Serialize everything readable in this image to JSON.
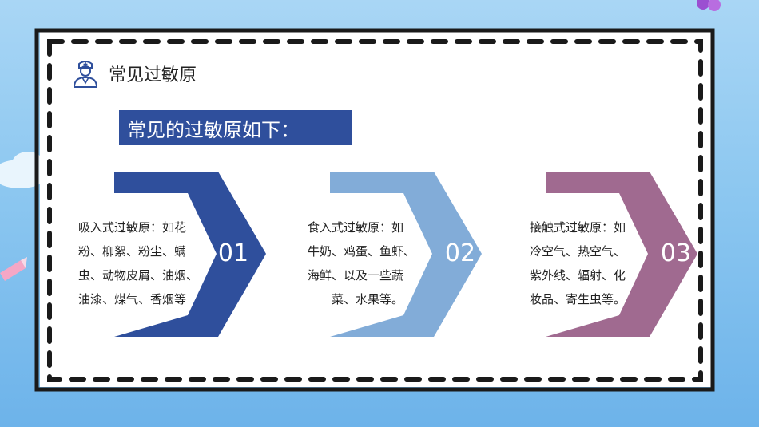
{
  "header": {
    "title": "常见过敏原",
    "icon": "doctor-icon"
  },
  "banner": {
    "text": "常见的过敏原如下："
  },
  "items": [
    {
      "number": "01",
      "lines": [
        "吸入式过敏原：如花",
        "粉、柳絮、粉尘、螨",
        "虫、动物皮屑、油烟、",
        "油漆、煤气、香烟等"
      ],
      "color": "#2f4f9c"
    },
    {
      "number": "02",
      "lines": [
        "食入式过敏原：如",
        "牛奶、鸡蛋、鱼虾、",
        "海鲜、以及一些蔬",
        "菜、水果等。"
      ],
      "color": "#82acd8"
    },
    {
      "number": "03",
      "lines": [
        "接触式过敏原：如",
        "冷空气、热空气、",
        "紫外线、辐射、化",
        "妆品、寄生虫等。"
      ],
      "color": "#a06a90"
    }
  ],
  "colors": {
    "frame": "#1a1a1a",
    "background": "#8cc7f0"
  }
}
